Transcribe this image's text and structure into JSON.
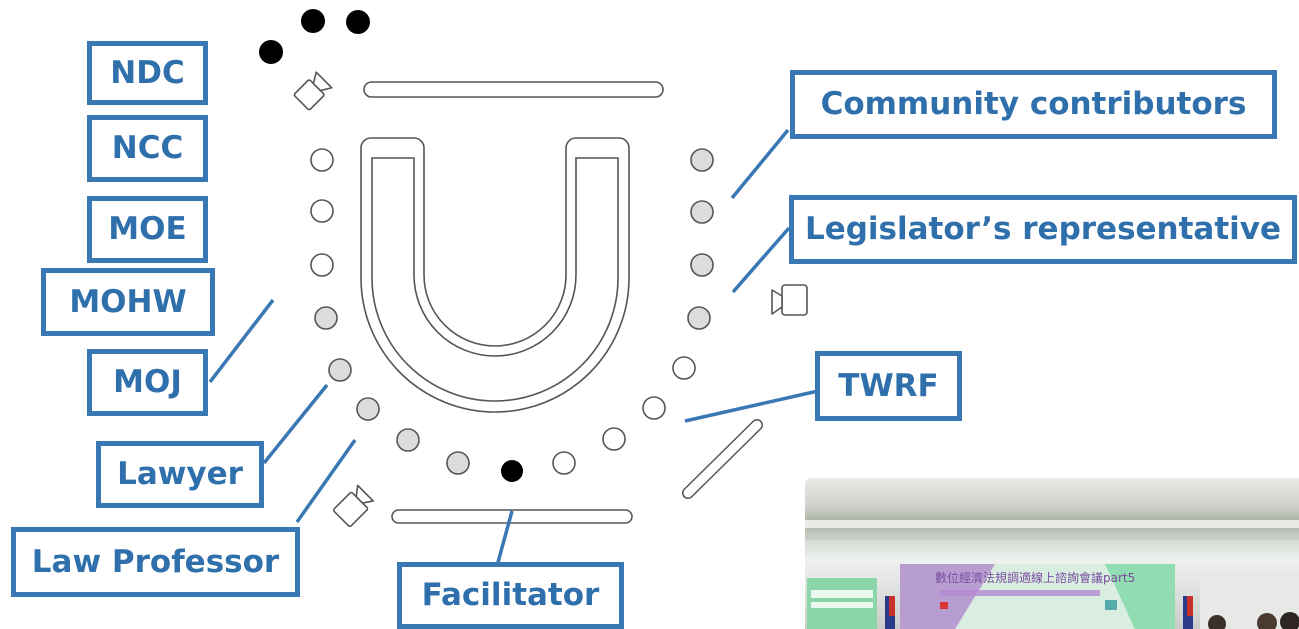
{
  "labels": {
    "ndc": "NDC",
    "ncc": "NCC",
    "moe": "MOE",
    "mohw": "MOHW",
    "moj": "MOJ",
    "lawyer": "Lawyer",
    "law_professor": "Law Professor",
    "facilitator": "Facilitator",
    "community_contributors": "Community contributors",
    "legislators_representative": "Legislator’s representative",
    "twrf": "TWRF"
  },
  "photo": {
    "banner_text": "數位經濟法規調適線上諮詢會議part5"
  },
  "colors": {
    "accent": "#3a78b4",
    "label_text": "#2f6fab",
    "seat_filled": "#dcdcdc",
    "seat_black": "#000000",
    "banner_green": "#7fd7a5",
    "banner_purple": "#7a4da0"
  },
  "icons": [
    "camera-icon",
    "seat-icon",
    "table-icon"
  ]
}
